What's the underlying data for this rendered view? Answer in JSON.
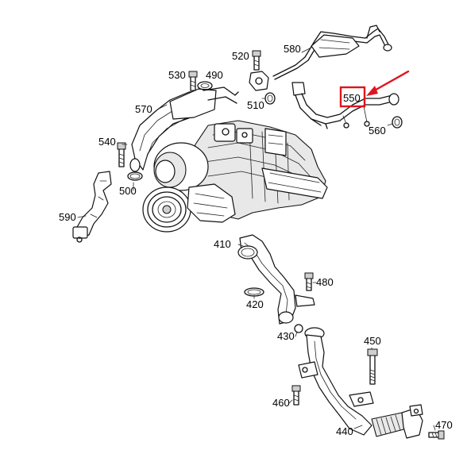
{
  "diagram": {
    "highlight_color": "#e0141e",
    "highlighted_part": "550",
    "labels": {
      "p410": "410",
      "p420": "420",
      "p430": "430",
      "p440": "440",
      "p450": "450",
      "p460": "460",
      "p470": "470",
      "p480": "480",
      "p490": "490",
      "p500": "500",
      "p510": "510",
      "p520": "520",
      "p530": "530",
      "p540": "540",
      "p550": "550",
      "p560": "560",
      "p570": "570",
      "p580": "580",
      "p590": "590"
    }
  }
}
